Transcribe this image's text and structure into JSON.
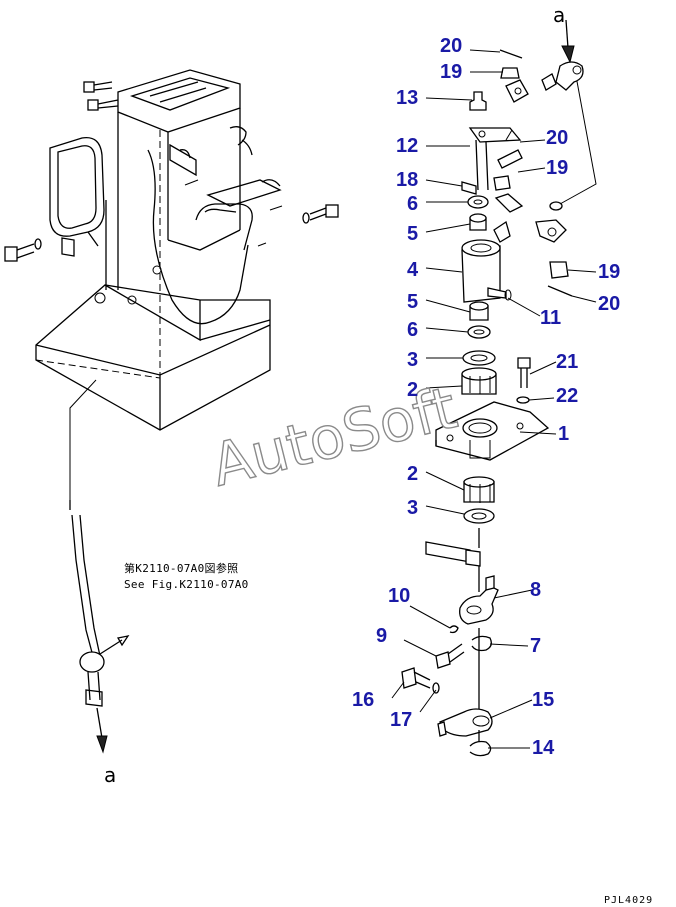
{
  "reference_mark": "a",
  "note_jp": "第K2110-07A0図参照",
  "note_en": "See Fig.K2110-07A0",
  "watermark": "AutoSoft",
  "drawing_code": "PJL4029",
  "callouts": {
    "p1": "1",
    "p2a": "2",
    "p2b": "2",
    "p3a": "3",
    "p3b": "3",
    "p4": "4",
    "p5a": "5",
    "p5b": "5",
    "p6a": "6",
    "p6b": "6",
    "p7": "7",
    "p8": "8",
    "p9": "9",
    "p10": "10",
    "p11": "11",
    "p12": "12",
    "p13": "13",
    "p14": "14",
    "p15": "15",
    "p16": "16",
    "p17": "17",
    "p18": "18",
    "p19a": "19",
    "p19b": "19",
    "p19c": "19",
    "p20a": "20",
    "p20b": "20",
    "p20c": "20",
    "p21": "21",
    "p22": "22"
  },
  "colors": {
    "callout": "#1a1aa6",
    "line": "#000000",
    "watermark_outline": "#8a8a8a"
  }
}
